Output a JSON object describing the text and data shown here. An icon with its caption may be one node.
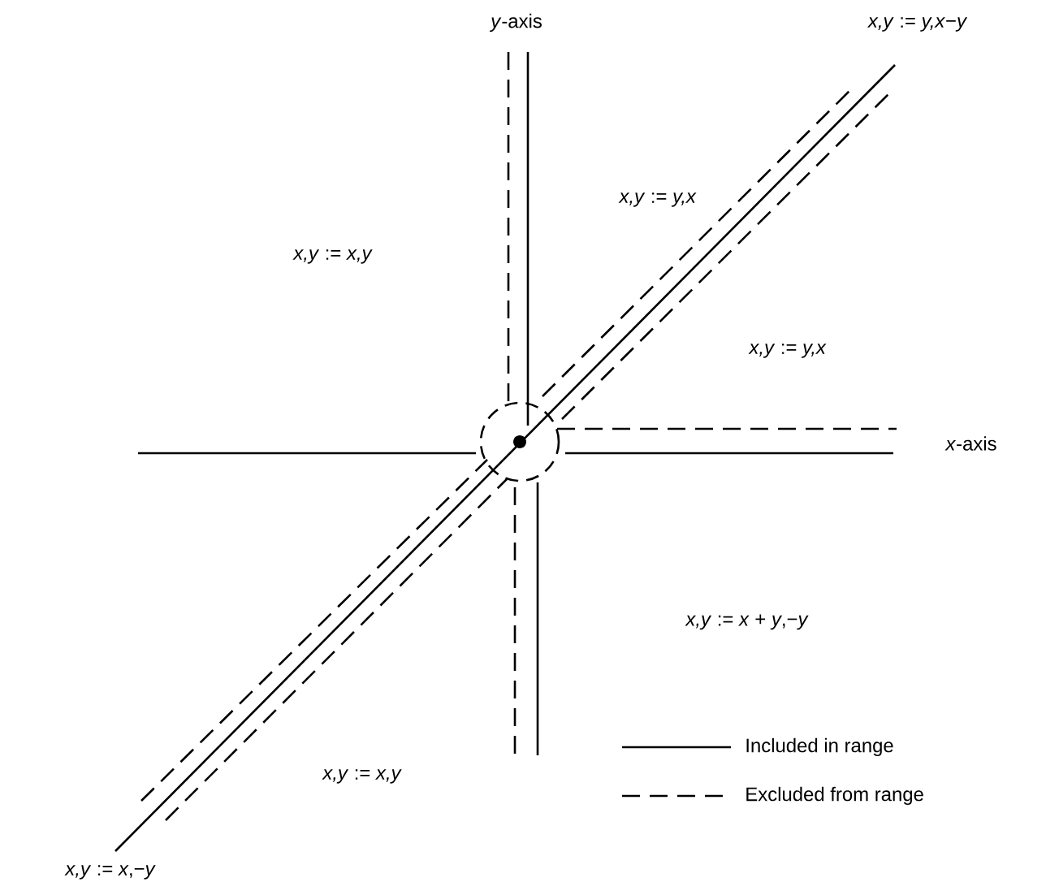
{
  "diagram": {
    "labels": [
      "*y*-axis",
      "*x,y* := *y,x*−*y*",
      "*x,y* := *y,x*",
      "*x,y* := *x,y*",
      "*x,y* := *y,x*",
      "*x*-axis",
      "*x,y* := *x* + *y*,−*y*",
      "*x,y* := *x,y*",
      "*x,y* := *x*,−*y*"
    ],
    "legend": [
      {
        "text": "Included in range"
      },
      {
        "text": "Excluded from range"
      }
    ]
  }
}
